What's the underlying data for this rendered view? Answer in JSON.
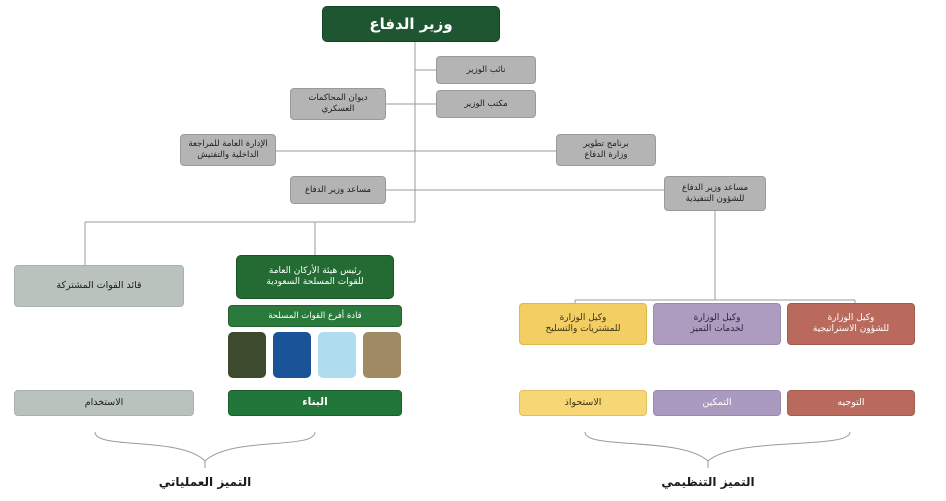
{
  "chart": {
    "title_node": {
      "label": "وزير الدفاع"
    },
    "staff_nodes": [
      {
        "key": "deputy_minister",
        "label": "نائب الوزير"
      },
      {
        "key": "minister_office",
        "label": "مكتب الوزير"
      },
      {
        "key": "military_courts",
        "label": "ديوان المحاكمات\nالعسكري"
      },
      {
        "key": "internal_audit",
        "label": "الإدارة العامة للمراجعة\nالداخلية والتفتيش"
      },
      {
        "key": "mod_dev_program",
        "label": "برنامج تطوير\nوزارة الدفاع"
      },
      {
        "key": "assistant_minister",
        "label": "مساعد وزير الدفاع"
      },
      {
        "key": "assistant_minister_exec",
        "label": "مساعد وزير الدفاع\nللشؤون التنفيذية"
      }
    ],
    "joint_forces": {
      "label": "قائد القوات المشتركة"
    },
    "chief_of_staff": {
      "label": "رئيس هيئة الأركان العامة\nللقوات المسلحة السعودية"
    },
    "branch_commanders": {
      "label": "قادة أفرع القوات المسلحة"
    },
    "service_swatches": [
      {
        "key": "army",
        "color": "#3d4a2e"
      },
      {
        "key": "navy",
        "color": "#1a5397"
      },
      {
        "key": "air-force",
        "color": "#afdcef"
      },
      {
        "key": "strategic-missile-force",
        "color": "#a08a64"
      }
    ],
    "pillars_left": [
      {
        "key": "employment",
        "label": "الاستخدام"
      },
      {
        "key": "building",
        "label": "البناء"
      }
    ],
    "vice_ministers": [
      {
        "key": "procurement-armament",
        "label": "وكيل الوزارة\nللمشتريات والتسليح",
        "color": "#f2ce63"
      },
      {
        "key": "excellence-services",
        "label": "وكيل الوزارة\nلخدمات التميز",
        "color": "#ad9cc0"
      },
      {
        "key": "strategic-affairs",
        "label": "وكيل الوزارة\nللشؤون الاستراتيجية",
        "color": "#b96a5c"
      }
    ],
    "pillars_right": [
      {
        "key": "acquisition",
        "label": "الاستحواذ",
        "color": "#f7d775"
      },
      {
        "key": "enablement",
        "label": "التمكين",
        "color": "#ab9ac0"
      },
      {
        "key": "direction",
        "label": "التوجيه",
        "color": "#ba6a5c"
      }
    ],
    "captions": [
      {
        "key": "operational-excellence",
        "label": "التميز العملياتي"
      },
      {
        "key": "organizational-excellence",
        "label": "التميز التنظيمي"
      }
    ],
    "colors": {
      "minister_green": "#1d5631",
      "green": "#236b33",
      "gray": "#b4b4b4",
      "gray_green": "#b9c2bd",
      "line": "#8a8a8a"
    }
  }
}
